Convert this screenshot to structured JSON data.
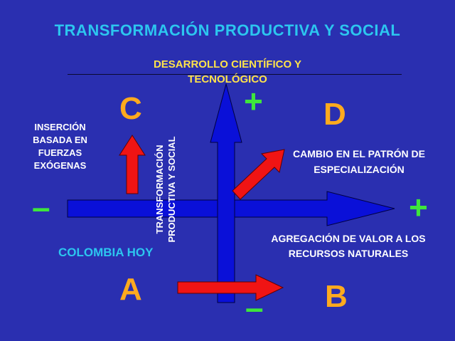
{
  "title": "TRANSFORMACIÓN PRODUCTIVA Y SOCIAL",
  "top_axis_label": "DESARROLLO CIENTÍFICO Y TECNOLÓGICO",
  "left_label": "INSERCIÓN BASADA EN FUERZAS EXÓGENAS",
  "right_label": "CAMBIO EN EL PATRÓN DE ESPECIALIZACIÓN",
  "bottom_right_label": "AGREGACIÓN DE VALOR A LOS RECURSOS NATURALES",
  "colombia_label": "COLOMBIA HOY",
  "vertical_label": "TRANSFORMACIÓN PRODUCTIVA Y SOCIAL",
  "quadrants": {
    "a": "A",
    "b": "B",
    "c": "C",
    "d": "D"
  },
  "signs": {
    "top_plus": "+",
    "right_plus": "+",
    "left_minus": "–",
    "bottom_minus": "–"
  },
  "colors": {
    "background": "#2a2fb0",
    "title": "#2cc6ef",
    "axis_arrow": "#0a10d8",
    "red_arrow": "#f01414",
    "letters": "#ffaa1e",
    "signs": "#3ee63c",
    "top_label": "#ffe34a"
  }
}
